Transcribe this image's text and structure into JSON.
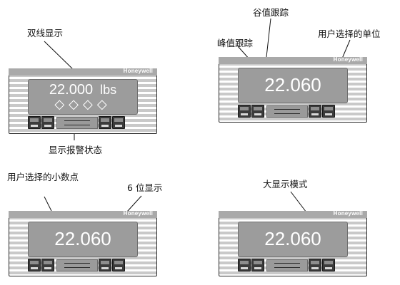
{
  "brand": "Honeywell",
  "panels": [
    {
      "display_value": "22.000",
      "units": "lbs",
      "alarm_symbols": "◇◇◇◇",
      "callouts": {
        "top": "双线显示",
        "bottom": "显示报警状态"
      }
    },
    {
      "display_value": "22.060",
      "callouts": {
        "valley": "谷值跟踪",
        "peak": "峰值跟踪",
        "unit": "用户选择的单位"
      }
    },
    {
      "display_value": "22.060",
      "callouts": {
        "decimal": "用户选择的小数点",
        "digits": "6 位显示"
      }
    },
    {
      "display_value": "22.060",
      "callouts": {
        "large": "大显示模式"
      }
    }
  ]
}
